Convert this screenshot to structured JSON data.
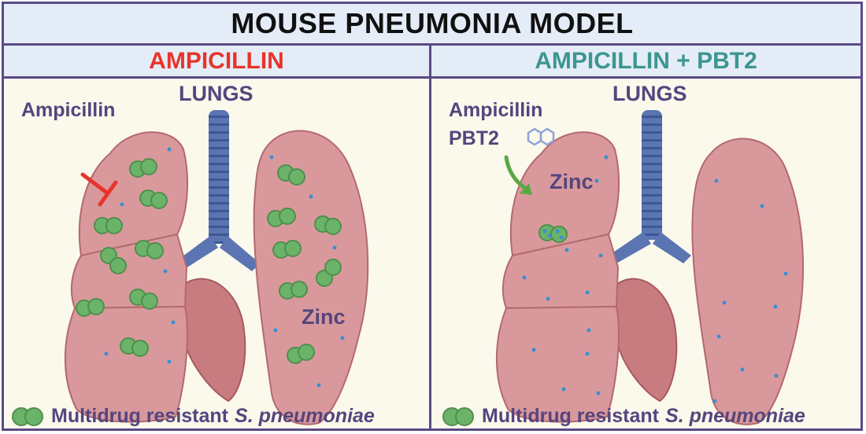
{
  "title": "MOUSE PNEUMONIA MODEL",
  "left_panel": {
    "heading": "AMPICILLIN",
    "lungs_label": "LUNGS",
    "drug_label": "Ampicillin",
    "zinc_label": "Zinc",
    "legend_text": "Multidrug resistant",
    "legend_species": "S. pneumoniae"
  },
  "right_panel": {
    "heading": "AMPICILLIN + PBT2",
    "lungs_label": "LUNGS",
    "drug_label_1": "Ampicillin",
    "drug_label_2": "PBT2",
    "zinc_label": "Zinc",
    "legend_text": "Multidrug resistant",
    "legend_species": "S. pneumoniae"
  },
  "colors": {
    "border": "#5a4a86",
    "header_bg": "#e4edf7",
    "ampicillin_red": "#e8342b",
    "combo_teal": "#3c9690",
    "lung_pink": "#d99a9a",
    "trachea_blue": "#5b74b2",
    "bacteria_green": "#6cb36a",
    "zinc_dot": "#3b8fd0",
    "arrow_green": "#5aa845"
  },
  "icons": [
    "inhibition-symbol",
    "pbt2-molecule-icon",
    "green-arrow-icon",
    "bacteria-icon",
    "zinc-dot"
  ]
}
